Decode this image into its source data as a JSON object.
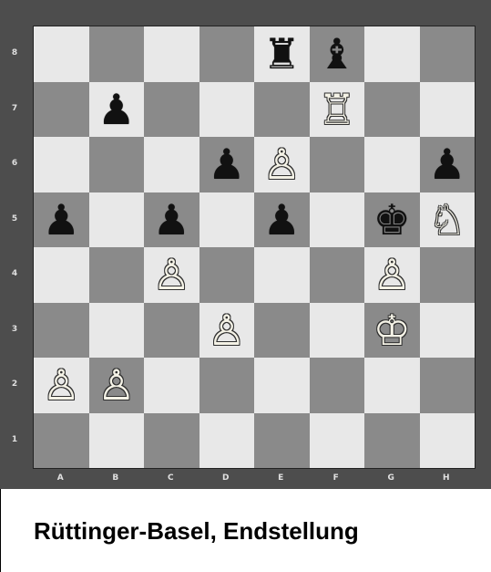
{
  "caption": "Rüttinger-Basel, Endstellung",
  "ranks": [
    "8",
    "7",
    "6",
    "5",
    "4",
    "3",
    "2",
    "1"
  ],
  "files": [
    "A",
    "B",
    "C",
    "D",
    "E",
    "F",
    "G",
    "H"
  ],
  "colors": {
    "frame": "#4d4d4d",
    "light_square": "#e8e8e8",
    "dark_square": "#8a8a8a"
  },
  "pieces": [
    {
      "square": "e8",
      "color": "black",
      "type": "rook",
      "icon": "black-rook-icon"
    },
    {
      "square": "f8",
      "color": "black",
      "type": "bishop",
      "icon": "black-bishop-icon"
    },
    {
      "square": "b7",
      "color": "black",
      "type": "pawn",
      "icon": "black-pawn-icon"
    },
    {
      "square": "f7",
      "color": "white",
      "type": "rook",
      "icon": "white-rook-icon"
    },
    {
      "square": "d6",
      "color": "black",
      "type": "pawn",
      "icon": "black-pawn-icon"
    },
    {
      "square": "e6",
      "color": "white",
      "type": "pawn",
      "icon": "white-pawn-icon"
    },
    {
      "square": "h6",
      "color": "black",
      "type": "pawn",
      "icon": "black-pawn-icon"
    },
    {
      "square": "a5",
      "color": "black",
      "type": "pawn",
      "icon": "black-pawn-icon"
    },
    {
      "square": "c5",
      "color": "black",
      "type": "pawn",
      "icon": "black-pawn-icon"
    },
    {
      "square": "e5",
      "color": "black",
      "type": "pawn",
      "icon": "black-pawn-icon"
    },
    {
      "square": "g5",
      "color": "black",
      "type": "king",
      "icon": "black-king-icon"
    },
    {
      "square": "h5",
      "color": "white",
      "type": "knight",
      "icon": "white-knight-icon"
    },
    {
      "square": "c4",
      "color": "white",
      "type": "pawn",
      "icon": "white-pawn-icon"
    },
    {
      "square": "g4",
      "color": "white",
      "type": "pawn",
      "icon": "white-pawn-icon"
    },
    {
      "square": "d3",
      "color": "white",
      "type": "pawn",
      "icon": "white-pawn-icon"
    },
    {
      "square": "g3",
      "color": "white",
      "type": "king",
      "icon": "white-king-icon"
    },
    {
      "square": "a2",
      "color": "white",
      "type": "pawn",
      "icon": "white-pawn-icon"
    },
    {
      "square": "b2",
      "color": "white",
      "type": "pawn",
      "icon": "white-pawn-icon"
    }
  ]
}
